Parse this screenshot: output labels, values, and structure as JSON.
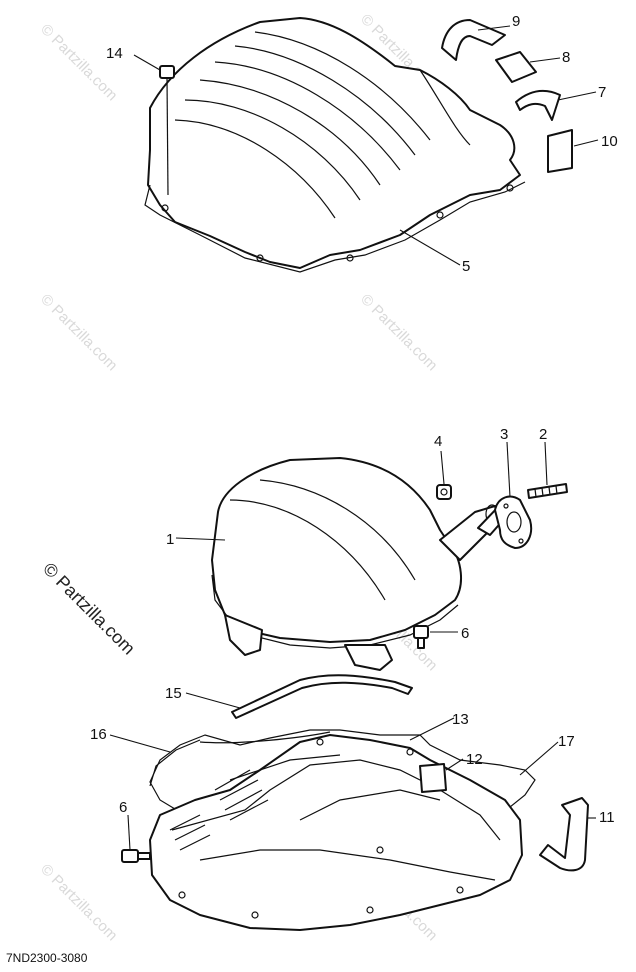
{
  "diagram": {
    "drawing_code": "7ND2300-3080",
    "watermark": "© Partzilla.com",
    "callouts": {
      "c1": "1",
      "c2": "2",
      "c3": "3",
      "c4": "4",
      "c5": "5",
      "c6a": "6",
      "c6b": "6",
      "c7": "7",
      "c8": "8",
      "c9": "9",
      "c10": "10",
      "c11": "11",
      "c12": "12",
      "c13": "13",
      "c14": "14",
      "c15": "15",
      "c16": "16",
      "c17": "17"
    }
  }
}
